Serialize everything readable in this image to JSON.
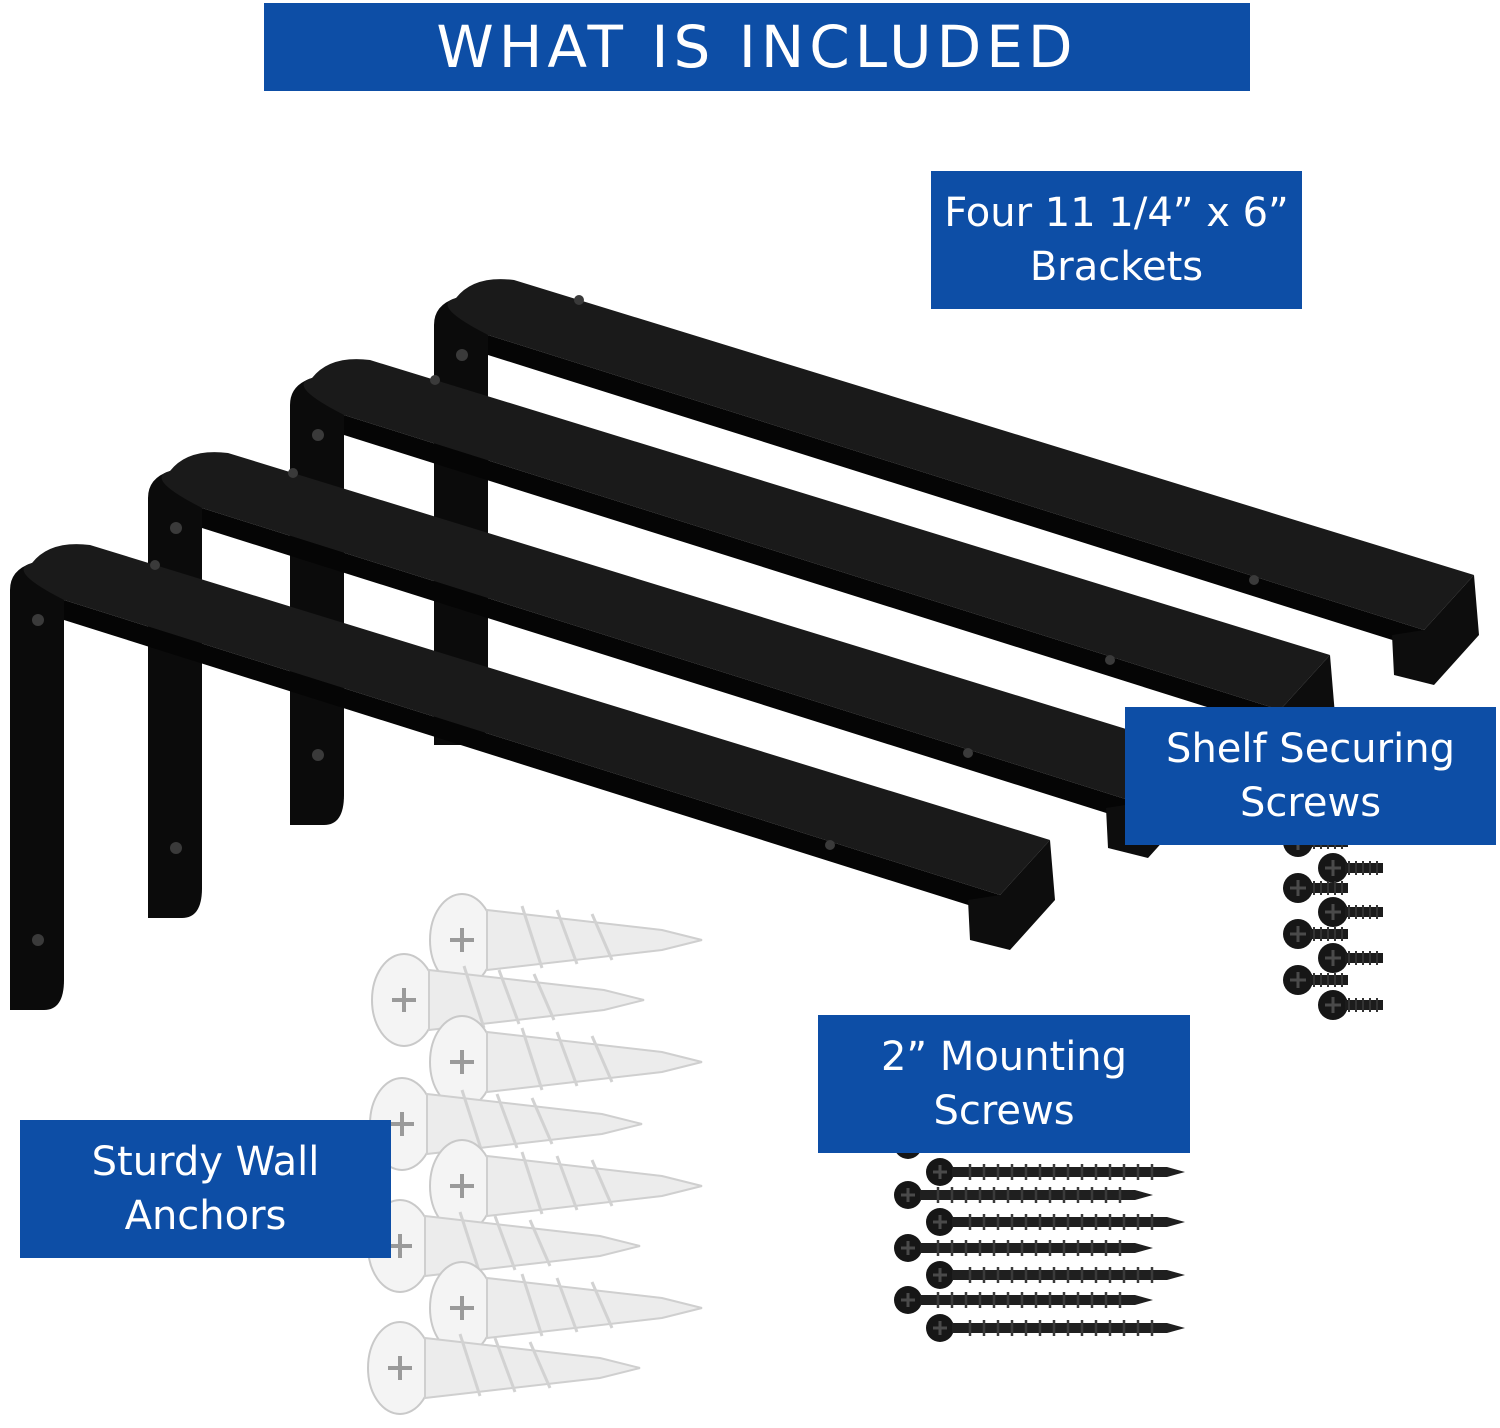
{
  "header": {
    "title": "WHAT IS INCLUDED"
  },
  "labels": {
    "brackets": {
      "line1": "Four  11 1/4” x 6”",
      "line2": "Brackets"
    },
    "shelf_screws": {
      "line1": "Shelf Securing",
      "line2": "Screws"
    },
    "mounting_screws": {
      "line1": "2” Mounting",
      "line2": "Screws"
    },
    "anchors": {
      "line1": "Sturdy Wall",
      "line2": "Anchors"
    }
  },
  "colors": {
    "banner_blue": "#0d4ea6",
    "bracket_black": "#111111",
    "anchor_white": "#f2f2f2"
  },
  "items": [
    {
      "icon": "shelf-bracket-icon",
      "count": 4
    },
    {
      "icon": "short-screw-icon",
      "count": 8
    },
    {
      "icon": "long-screw-icon",
      "count": 8
    },
    {
      "icon": "wall-anchor-icon",
      "count": 8
    }
  ]
}
